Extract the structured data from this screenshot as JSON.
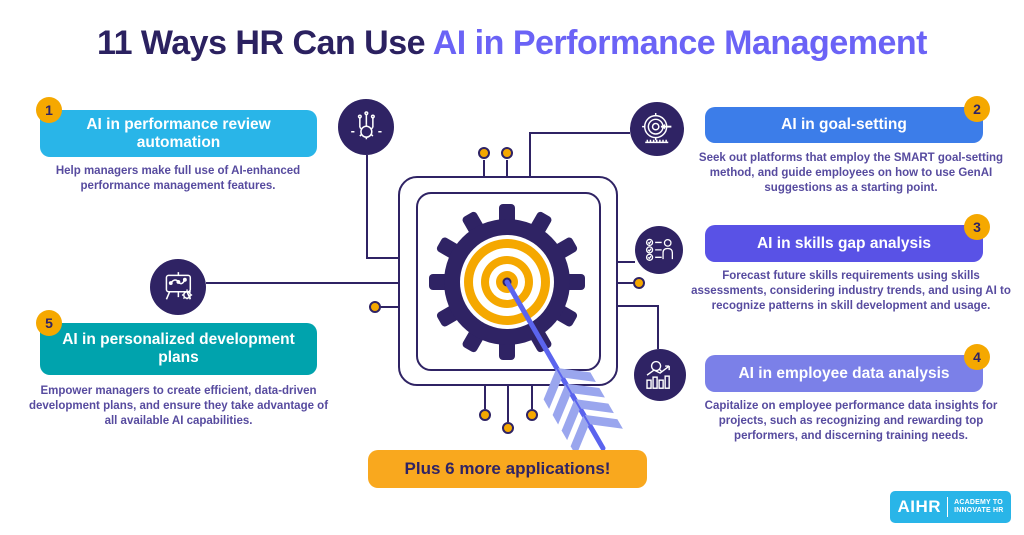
{
  "title": {
    "prefix": "11 Ways HR Can Use ",
    "accent": "AI in Performance Management"
  },
  "items": [
    {
      "number": "1",
      "heading": "AI in performance review automation",
      "body": "Help managers make full use of AI-enhanced performance management features.",
      "color": "#29b5e8",
      "icon": "ai-circuit-icon"
    },
    {
      "number": "2",
      "heading": "AI in goal-setting",
      "body": "Seek out platforms that employ the SMART goal-setting method, and guide employees on how to use GenAI suggestions as a starting point.",
      "color": "#3c7de9",
      "icon": "goal-target-icon"
    },
    {
      "number": "3",
      "heading": "AI in skills gap analysis",
      "body": "Forecast future skills requirements using skills assessments, considering industry trends, and using AI to recognize patterns in skill development and usage.",
      "color": "#5952e6",
      "icon": "skills-checklist-icon"
    },
    {
      "number": "4",
      "heading": "AI in employee data analysis",
      "body": "Capitalize on employee performance data insights for projects, such as recognizing and rewarding top performers, and discerning training needs.",
      "color": "#7b80e8",
      "icon": "data-analysis-icon"
    },
    {
      "number": "5",
      "heading": "AI in personalized development plans",
      "body": "Empower managers to create efficient, data-driven development plans, and ensure they take advantage of all available AI capabilities.",
      "color": "#00a3ad",
      "icon": "presentation-board-icon"
    }
  ],
  "banner": {
    "label": "Plus 6 more applications!"
  },
  "center_illustration": "gear-bullseye-with-dart-on-circuit-board",
  "logo": {
    "name": "AIHR",
    "tagline_line1": "ACADEMY TO",
    "tagline_line2": "INNOVATE HR"
  },
  "palette": {
    "dark_purple": "#2f2364",
    "title_dark": "#2b2160",
    "title_accent": "#6b63f6",
    "cyan": "#29b5e8",
    "blue": "#3c7de9",
    "purple": "#5952e6",
    "lavender": "#7b80e8",
    "teal": "#00a3ad",
    "badge_orange": "#f5a800",
    "banner_orange": "#f9a81e",
    "body_text": "#574b9f",
    "dart_shaft": "#5b64ee",
    "dart_feather": "#9aa6ee",
    "target_orange": "#f5a800"
  }
}
